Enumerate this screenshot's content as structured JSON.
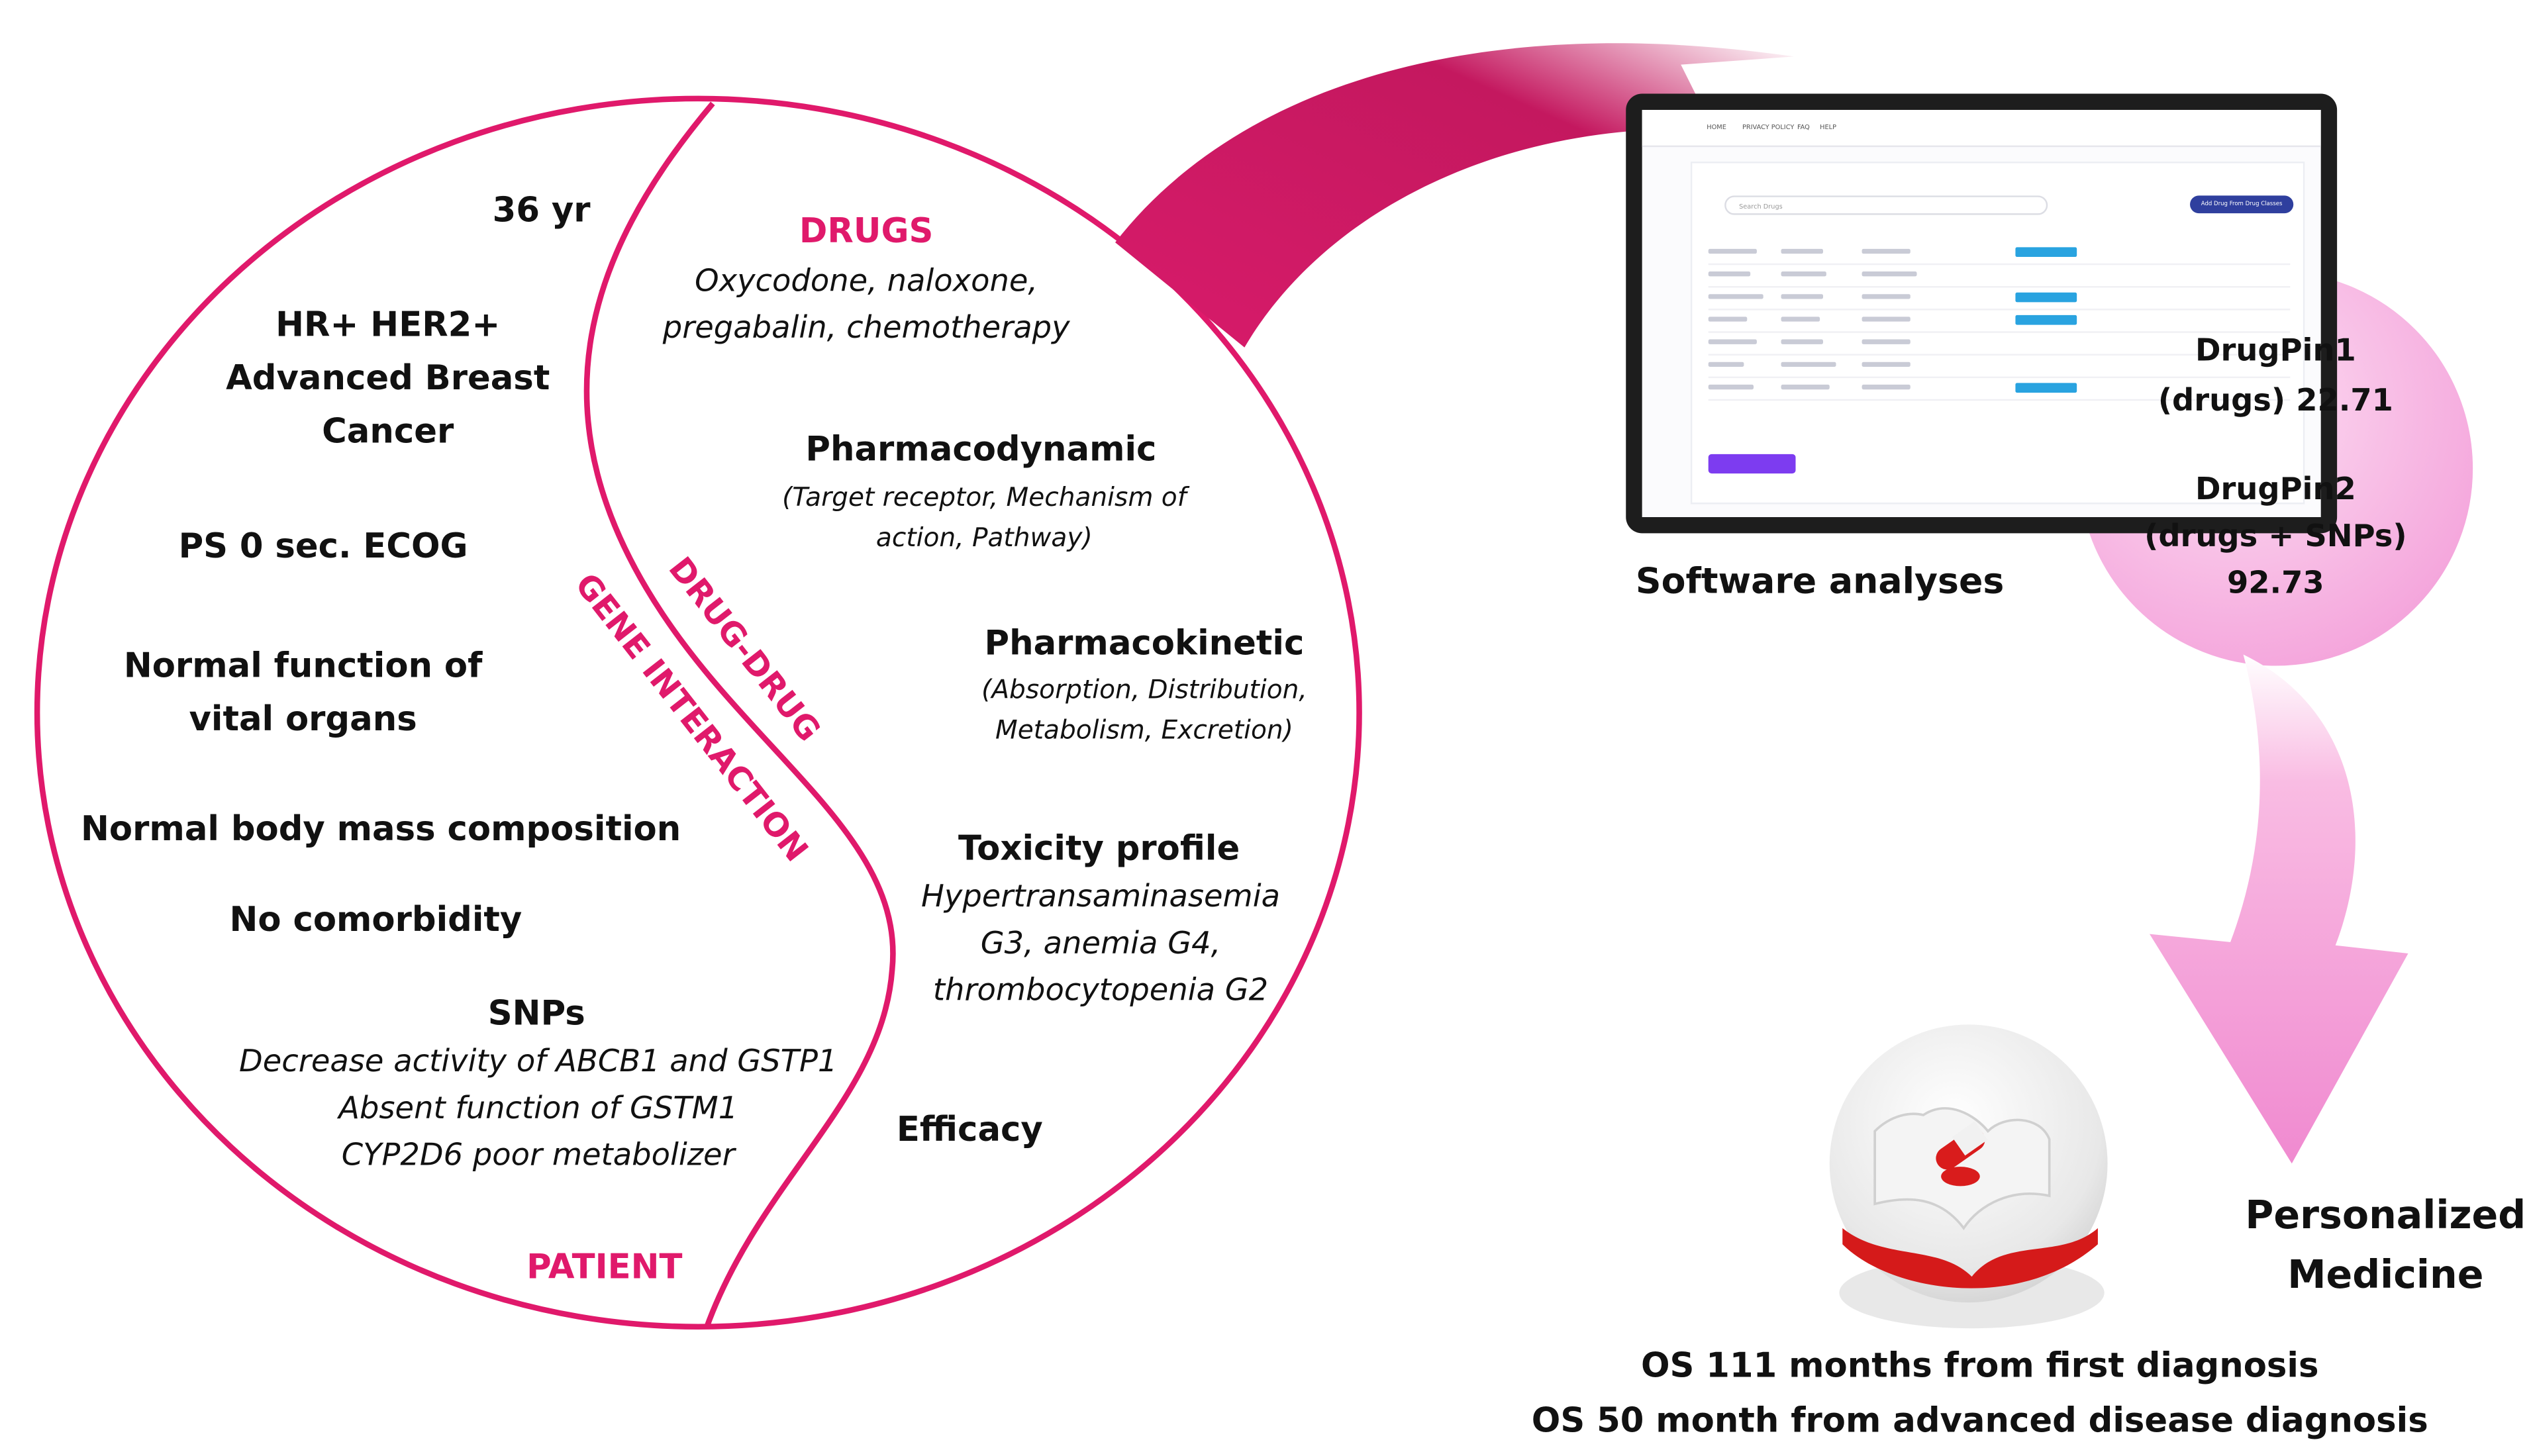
{
  "patient_panel": {
    "label": "PATIENT",
    "age": "36 yr",
    "diagnosis": [
      "HR+ HER2+",
      "Advanced Breast",
      "Cancer"
    ],
    "performance_status": "PS 0 sec. ECOG",
    "organ_function": [
      "Normal function of",
      "vital organs"
    ],
    "body_mass": "Normal body mass composition",
    "comorbidity": "No comorbidity",
    "snps_title": "SNPs",
    "snps": [
      "Decrease activity of ABCB1  and GSTP1",
      "Absent function of GSTM1",
      "CYP2D6 poor metabolizer"
    ]
  },
  "interaction_labels": {
    "drug_drug": "DRUG-DRUG",
    "gene_interaction": "GENE INTERACTION"
  },
  "drugs_panel": {
    "title": "DRUGS",
    "drugs": [
      "Oxycodone, naloxone,",
      "pregabalin, chemotherapy"
    ],
    "pd_title": "Pharmacodynamic",
    "pd_detail": [
      "(Target receptor, Mechanism of",
      "action, Pathway)"
    ],
    "pk_title": "Pharmacokinetic",
    "pk_detail": [
      "(Absorption, Distribution,",
      "Metabolism, Excretion)"
    ],
    "tox_title": "Toxicity profile",
    "tox_detail": [
      "Hypertransaminasemia",
      "G3, anemia G4,",
      "thrombocytopenia G2"
    ],
    "efficacy": "Efficacy"
  },
  "software": {
    "caption": "Software analyses",
    "screen": {
      "nav": [
        "HOME",
        "PRIVACY POLICY",
        "FAQ",
        "HELP"
      ],
      "search_placeholder": "Search Drugs",
      "add_button": "Add Drug From Drug Classes"
    }
  },
  "scores": {
    "drugpin1_label": [
      "DrugPin1",
      "(drugs) 22.71"
    ],
    "drugpin2_label": [
      "DrugPin2",
      "(drugs + SNPs)",
      "92.73"
    ]
  },
  "outcome": {
    "title": [
      "Personalized",
      "Medicine"
    ],
    "os_lines": [
      "OS 111 months from first diagnosis",
      "OS 50 month from advanced disease diagnosis"
    ]
  },
  "colors": {
    "accent": "#e0196b",
    "bubble": "#f9b6e2",
    "arrow_light": "#f6a3d9"
  }
}
